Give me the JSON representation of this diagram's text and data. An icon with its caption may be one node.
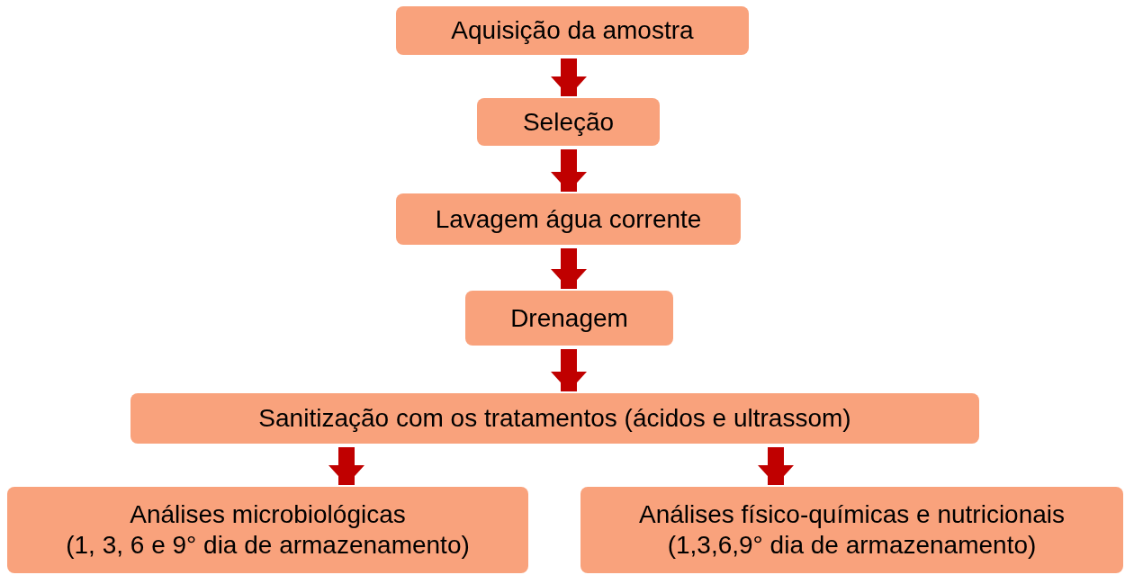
{
  "diagram": {
    "nodes": [
      {
        "text": [
          "Aquisição da amostra"
        ]
      },
      {
        "text": [
          "Seleção"
        ]
      },
      {
        "text": [
          "Lavagem água corrente"
        ]
      },
      {
        "text": [
          "Drenagem"
        ]
      },
      {
        "text": [
          "Sanitização com os tratamentos (ácidos e ultrassom)"
        ]
      },
      {
        "text": [
          "Análises microbiológicas",
          "(1, 3, 6 e 9° dia de armazenamento)"
        ]
      },
      {
        "text": [
          "Análises físico-químicas e nutricionais",
          "(1,3,6,9° dia de armazenamento)"
        ]
      }
    ],
    "edges": [
      {
        "from": 0,
        "to": 1,
        "arrow": "to"
      },
      {
        "from": 1,
        "to": 2,
        "arrow": "to"
      },
      {
        "from": 2,
        "to": 3,
        "arrow": "to"
      },
      {
        "from": 3,
        "to": 4,
        "arrow": "to"
      },
      {
        "from": 4,
        "to": 5,
        "arrow": "to"
      },
      {
        "from": 4,
        "to": 6,
        "arrow": "to"
      }
    ]
  }
}
